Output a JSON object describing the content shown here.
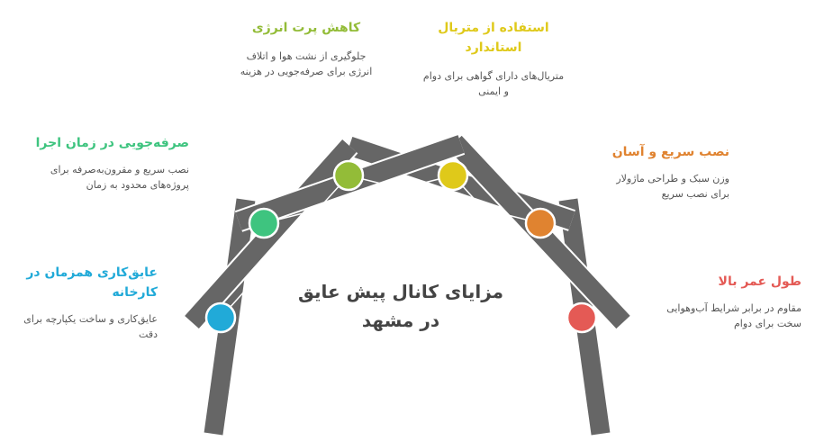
{
  "title": "مزایای کانال پیش عایق در مشهد",
  "items": [
    {
      "id": "pu-insulation",
      "title": "عایق‌کاری همزمان در کارخانه",
      "desc": "عایق‌کاری و ساخت یکپارچه برای دقت",
      "color": "#21aad8"
    },
    {
      "id": "time-saving",
      "title": "صرفه‌جویی در زمان اجرا",
      "desc": "نصب سریع و مقرون‌به‌صرفه برای پروژه‌های محدود به زمان",
      "color": "#3ec47f"
    },
    {
      "id": "energy-loss",
      "title": "کاهش پرت انرژی",
      "desc": "جلوگیری از نشت هوا و اتلاف انرژی برای صرفه‌جویی در هزینه",
      "color": "#93bc38"
    },
    {
      "id": "standard-material",
      "title": "استفاده از متریال استاندارد",
      "desc": "متریال‌های دارای گواهی برای دوام و ایمنی",
      "color": "#dfc91a"
    },
    {
      "id": "fast-install",
      "title": "نصب سریع و آسان",
      "desc": "وزن سبک و طراحی ماژولار برای نصب سریع",
      "color": "#e08330"
    },
    {
      "id": "long-life",
      "title": "طول عمر بالا",
      "desc": "مقاوم در برابر شرایط آب‌وهوایی سخت برای دوام",
      "color": "#e45a55"
    }
  ],
  "colors": {
    "beam": "#666666"
  }
}
